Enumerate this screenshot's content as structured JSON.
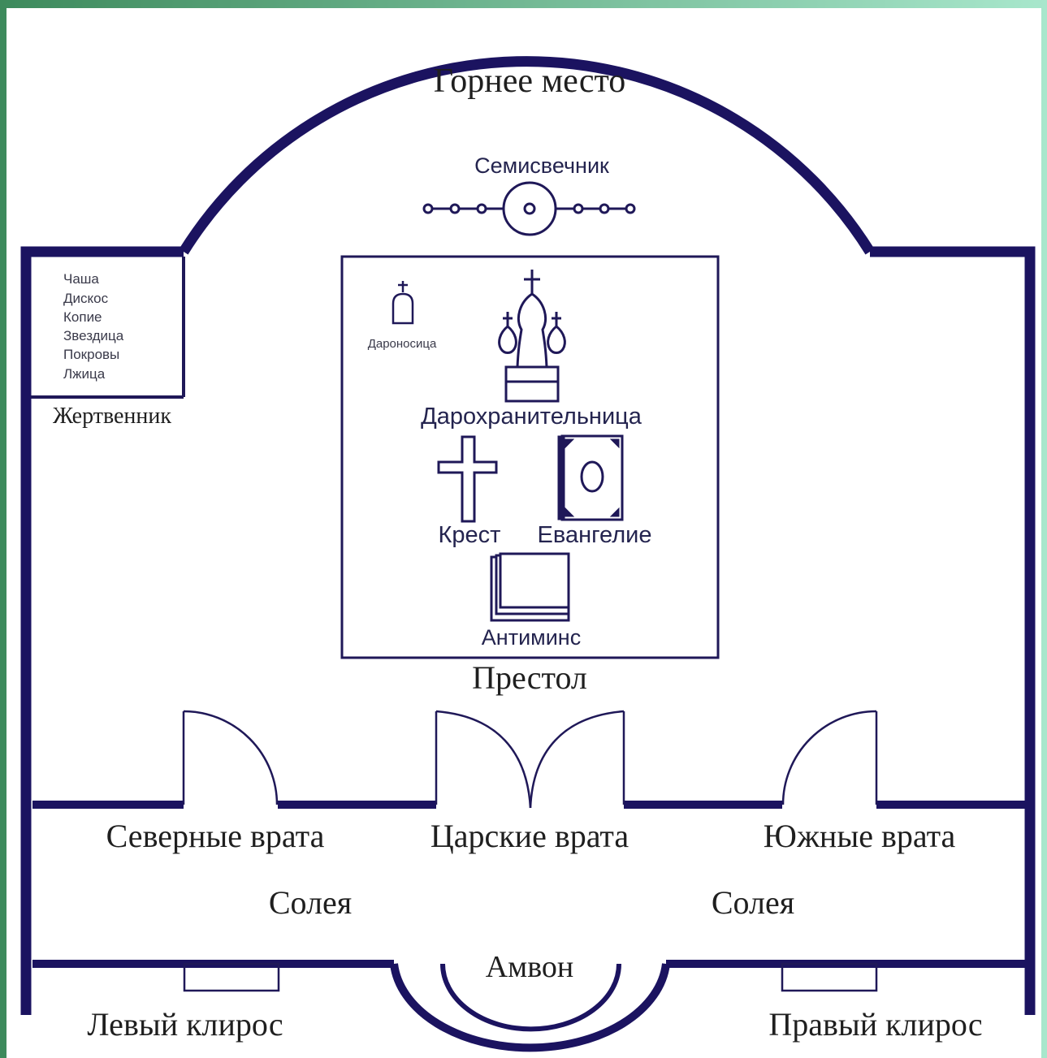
{
  "colors": {
    "wall": "#1b1360",
    "line": "#1f1858",
    "frame_gradient_left": "#3d8a5c",
    "frame_gradient_right": "#a8e7cc",
    "background": "#ffffff"
  },
  "labels": {
    "gornee_mesto": "Горнее место",
    "semisvechnik": "Семисвечник",
    "zhertvennik": "Жертвенник",
    "daronositsa": "Дароносица",
    "darokhranitelnitsa": "Дарохранительница",
    "krest": "Крест",
    "evangelie": "Евангелие",
    "antimins": "Антиминс",
    "prestol": "Престол",
    "severnye_vrata": "Северные врата",
    "tsarskie_vrata": "Царские врата",
    "yuzhnye_vrata": "Южные врата",
    "soleya_left": "Солея",
    "soleya_right": "Солея",
    "ambon": "Амвон",
    "levyi_kliros": "Левый клирос",
    "pravyi_kliros": "Правый клирос"
  },
  "zhertvennik_items": [
    "Чаша",
    "Дискос",
    "Копие",
    "Звездица",
    "Покровы",
    "Лжица"
  ],
  "icons": {
    "semisvechnik": "seven-branch-candlestick-icon",
    "daronositsa": "pyx-icon",
    "darokhranitelnitsa": "tabernacle-church-icon",
    "krest": "cross-icon",
    "evangelie": "gospel-book-icon",
    "antimins": "antimension-icon"
  }
}
